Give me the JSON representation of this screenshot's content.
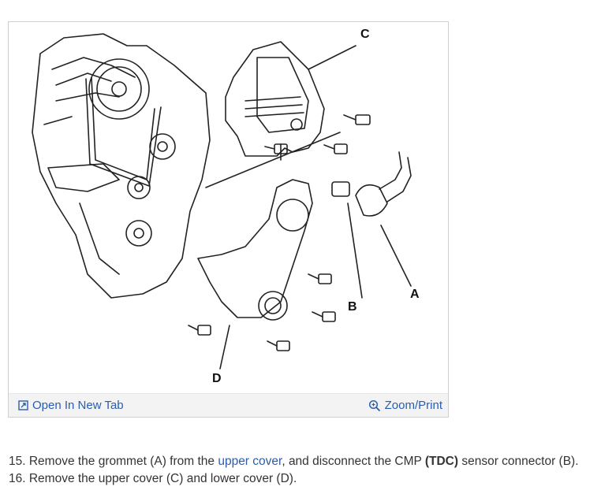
{
  "diagram": {
    "callouts": {
      "a": "A",
      "b": "B",
      "c": "C",
      "d": "D"
    }
  },
  "toolbar": {
    "open_tab_label": "Open In New Tab",
    "zoom_label": "Zoom/Print"
  },
  "steps": [
    {
      "prefix": "15. Remove the grommet (A) from the ",
      "link": "upper cover",
      "middle": ", and disconnect the CMP ",
      "bold": "(TDC)",
      "suffix": " sensor connector (B)."
    },
    {
      "text": "16. Remove the upper cover (C) and lower cover (D)."
    }
  ]
}
